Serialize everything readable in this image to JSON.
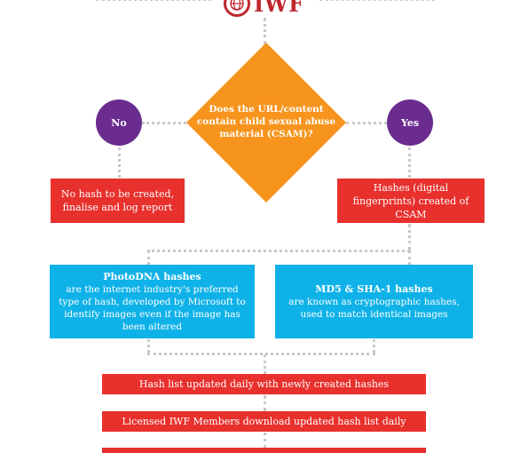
{
  "header": {
    "logo_text": "IWF"
  },
  "decision": {
    "question": "Does the URL/content contain child sexual abuse material (CSAM)?"
  },
  "branches": {
    "no": {
      "label": "No",
      "result": "No hash to be created, finalise and log report"
    },
    "yes": {
      "label": "Yes",
      "result": "Hashes (digital fingerprints) created of CSAM"
    }
  },
  "hash_types": {
    "photodna": {
      "title": "PhotoDNA hashes",
      "description": "are the internet industry's preferred type of hash, developed by Microsoft to identify images even if the image has been altered"
    },
    "md5_sha1": {
      "title": "MD5 & SHA-1 hashes",
      "description": "are known as cryptographic hashes, used to match identical images"
    }
  },
  "steps": [
    "Hash list updated daily with newly created hashes",
    "Licensed IWF Members download updated hash list daily"
  ],
  "colors": {
    "brand": "#c0272d",
    "diamond": "#f7941d",
    "decision_circle": "#6a2c8e",
    "red_box": "#e8302c",
    "blue_box": "#0fb2e8",
    "connector": "#c9c9c9"
  }
}
